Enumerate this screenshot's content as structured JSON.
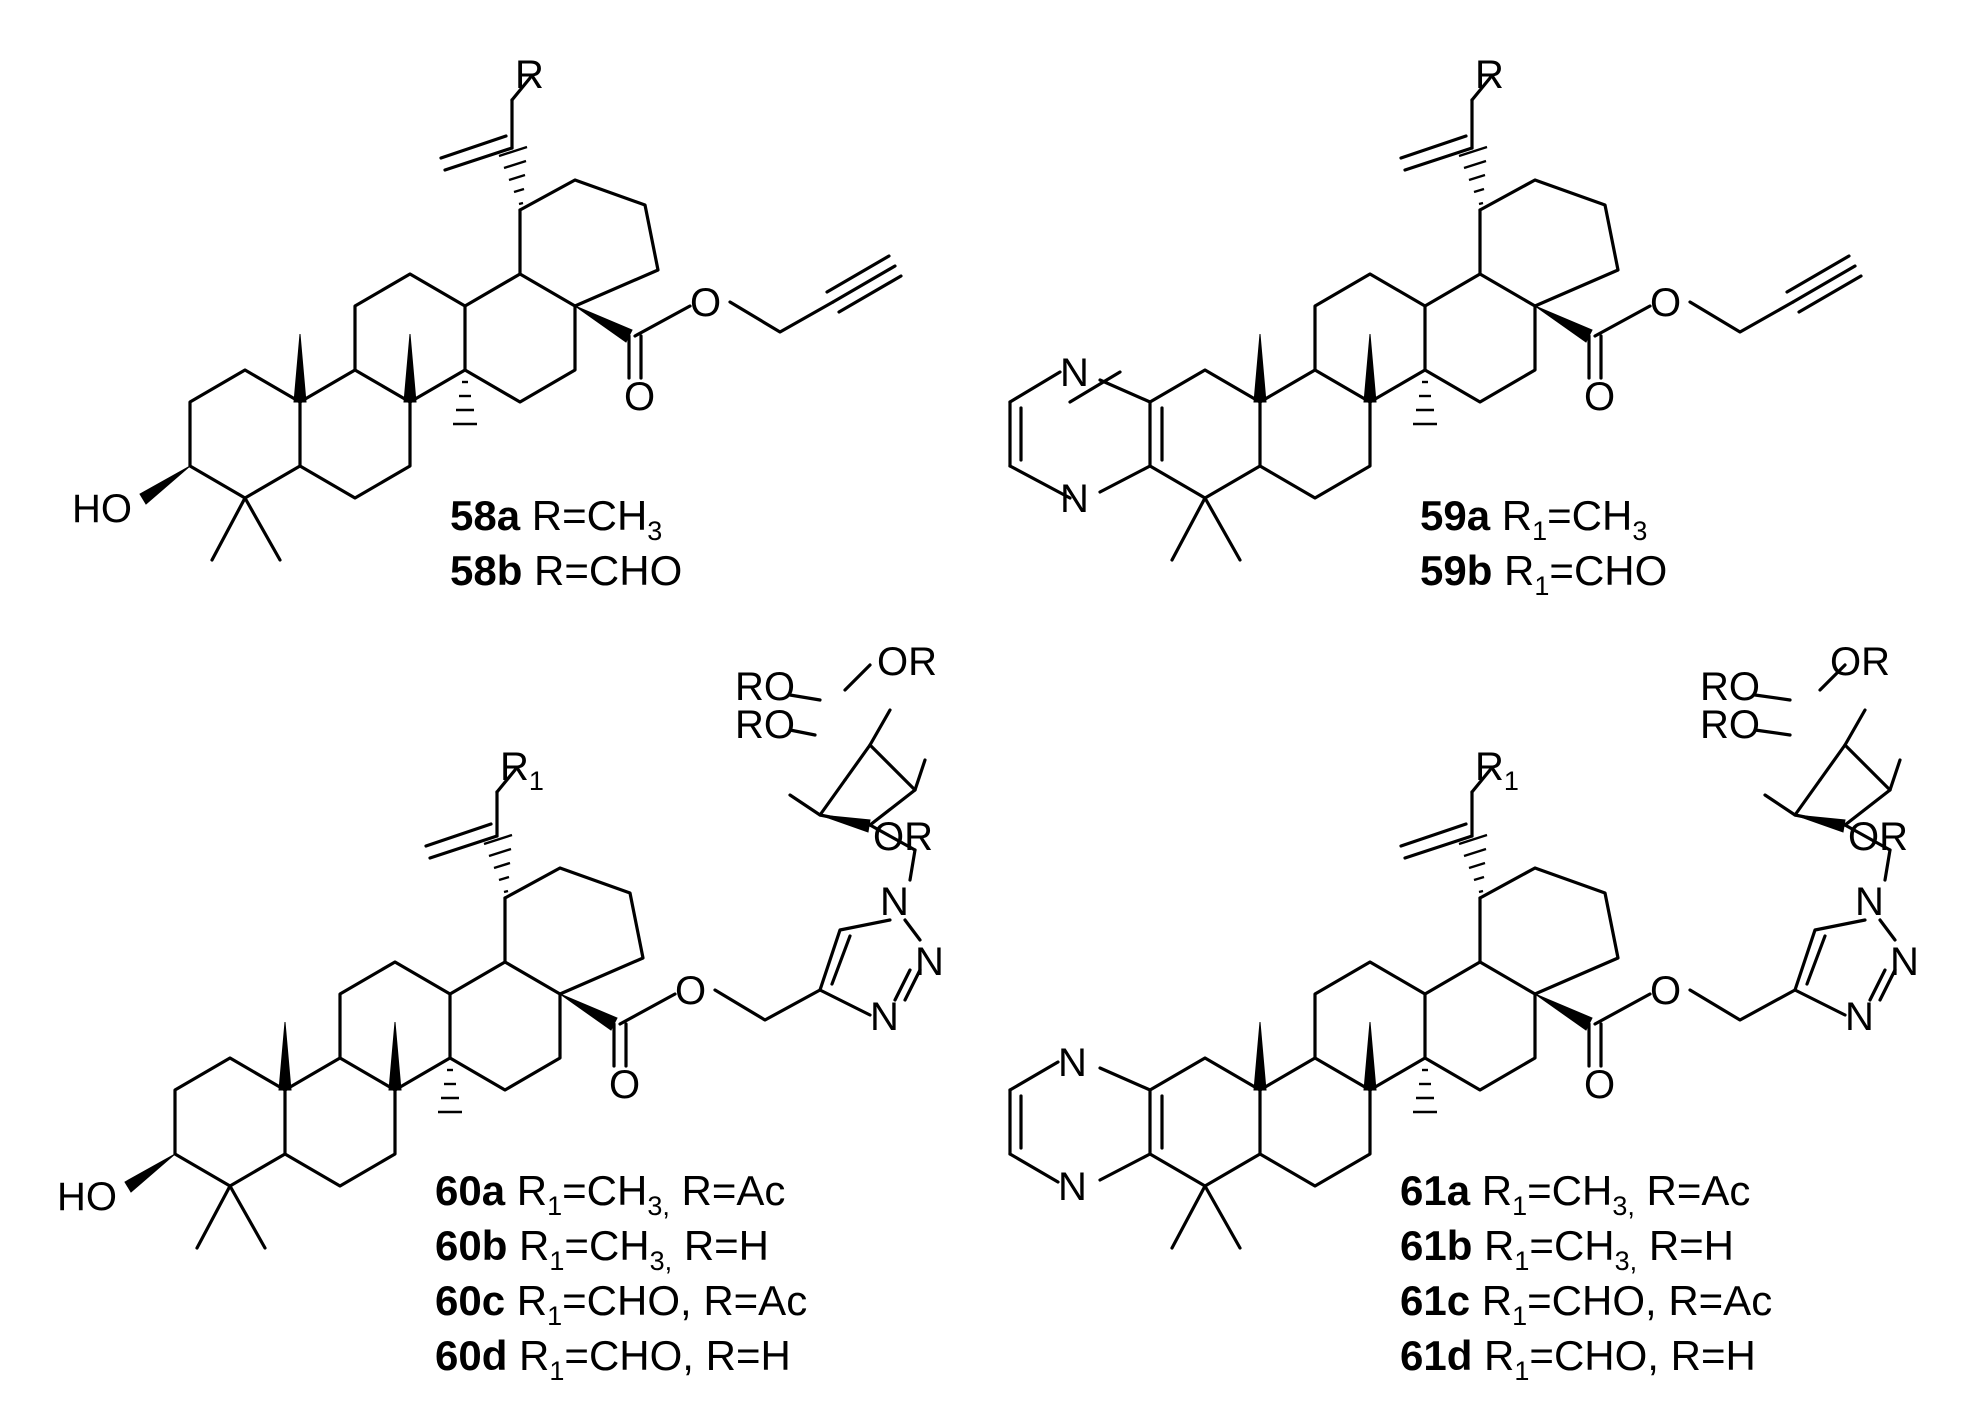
{
  "atoms": {
    "R": "R",
    "R1": "R",
    "sub1": "1",
    "HO": "HO",
    "O": "O",
    "N": "N",
    "OR": "OR",
    "RO": "RO"
  },
  "labels": {
    "c58": [
      {
        "id": "58a",
        "sub": "R=CH",
        "tail": "3"
      },
      {
        "id": "58b",
        "sub": "R=CHO",
        "tail": ""
      }
    ],
    "c59": [
      {
        "id": "59a",
        "pre": "R",
        "s": "1",
        "post": "=CH",
        "tail": "3"
      },
      {
        "id": "59b",
        "pre": "R",
        "s": "1",
        "post": "=CHO",
        "tail": ""
      }
    ],
    "c60": [
      {
        "id": "60a",
        "pre": "R",
        "s": "1",
        "post": "=CH",
        "t": "3,",
        "r": "R=Ac"
      },
      {
        "id": "60b",
        "pre": "R",
        "s": "1",
        "post": "=CH",
        "t": "3,",
        "r": "R=H"
      },
      {
        "id": "60c",
        "pre": "R",
        "s": "1",
        "post": "=CHO,",
        "t": "",
        "r": "R=Ac"
      },
      {
        "id": "60d",
        "pre": "R",
        "s": "1",
        "post": "=CHO,",
        "t": "",
        "r": "R=H"
      }
    ],
    "c61": [
      {
        "id": "61a",
        "pre": "R",
        "s": "1",
        "post": "=CH",
        "t": "3,",
        "r": "R=Ac"
      },
      {
        "id": "61b",
        "pre": "R",
        "s": "1",
        "post": "=CH",
        "t": "3,",
        "r": "R=H"
      },
      {
        "id": "61c",
        "pre": "R",
        "s": "1",
        "post": "=CHO,",
        "t": "",
        "r": "R=Ac"
      },
      {
        "id": "61d",
        "pre": "R",
        "s": "1",
        "post": "=CHO,",
        "t": "",
        "r": "R=H"
      }
    ]
  }
}
